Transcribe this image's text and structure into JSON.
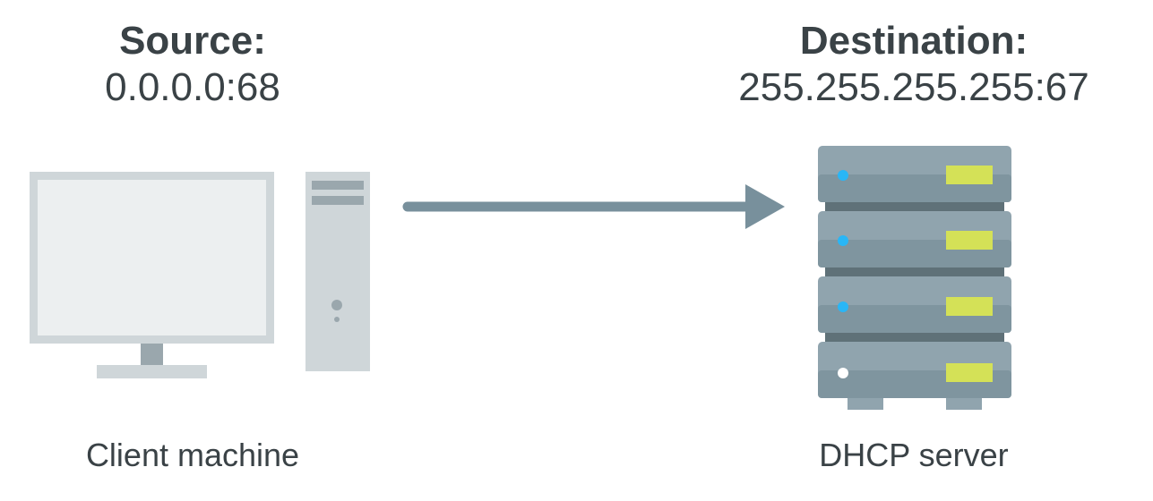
{
  "source": {
    "heading": "Source:",
    "address": "0.0.0.0:68"
  },
  "destination": {
    "heading": "Destination:",
    "address": "255.255.255.255:67"
  },
  "client": {
    "caption": "Client machine",
    "icon": "desktop-computer-icon"
  },
  "server": {
    "caption": "DHCP server",
    "icon": "server-rack-icon"
  },
  "colors": {
    "text": "#3a4246",
    "client_device": "#cfd6d9",
    "client_screen": "#eceff0",
    "server_body": "#90a4ae",
    "server_dark": "#5f7178",
    "server_led_blue": "#29b6f6",
    "server_led_white": "#ffffff",
    "server_slot": "#d4e157",
    "arrow": "#78909c"
  }
}
